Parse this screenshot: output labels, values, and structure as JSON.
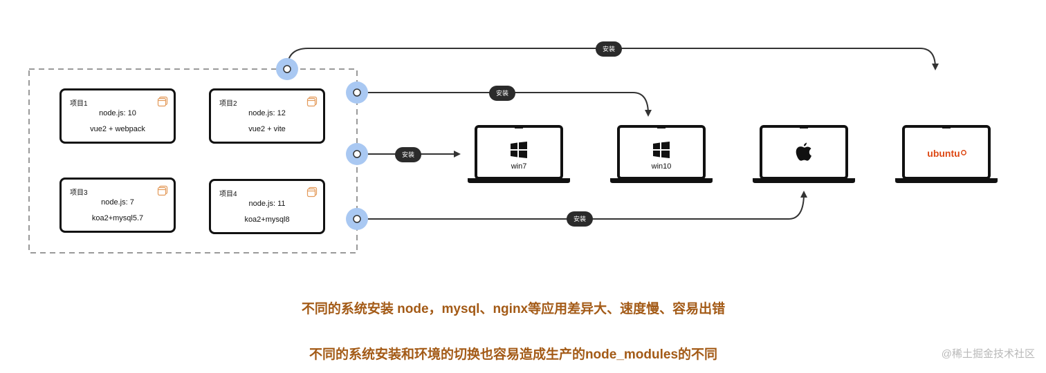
{
  "projects": [
    {
      "name": "项目1",
      "node": "node.js: 10",
      "stack": "vue2 + webpack"
    },
    {
      "name": "项目2",
      "node": "node.js: 12",
      "stack": "vue2 + vite"
    },
    {
      "name": "项目3",
      "node": "node.js: 7",
      "stack": "koa2+mysql5.7"
    },
    {
      "name": "项目4",
      "node": "node.js: 11",
      "stack": "koa2+mysql8"
    }
  ],
  "install_label": "安装",
  "os": [
    {
      "label": "win7",
      "icon": "windows-logo-icon"
    },
    {
      "label": "win10",
      "icon": "windows-logo-icon"
    },
    {
      "label": "",
      "icon": "apple-logo-icon"
    },
    {
      "label": "ubuntu",
      "icon": "ubuntu-wordmark"
    }
  ],
  "captions": {
    "line1": "不同的系统安装 node，mysql、nginx等应用差异大、速度慢、容易出错",
    "line2": "不同的系统安装和环境的切换也容易造成生产的node_modules的不同"
  },
  "watermark": "@稀土掘金技术社区",
  "colors": {
    "accent": "#a35a16",
    "connector": "#a9c8f2",
    "ubuntu": "#dd4814"
  }
}
